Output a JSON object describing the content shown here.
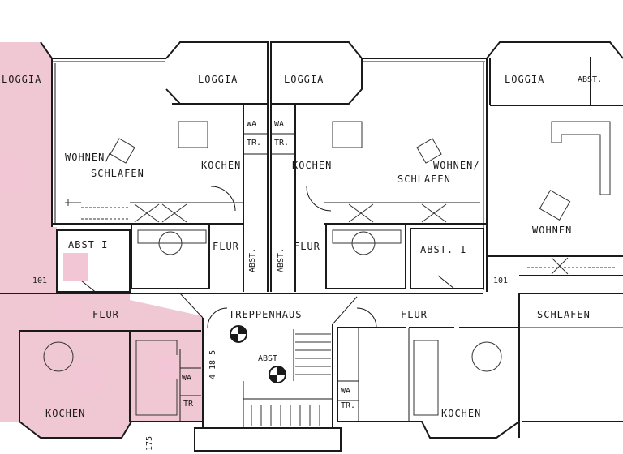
{
  "labels": {
    "loggia_left": "LOGGIA",
    "loggia_center_left": "LOGGIA",
    "loggia_center_right": "LOGGIA",
    "loggia_right": "LOGGIA",
    "abst_top_right": "ABST.",
    "wohnen_schlafen_left_1": "WOHNEN/",
    "wohnen_schlafen_left_2": "SCHLAFEN",
    "kochen_center_left": "KOCHEN",
    "kochen_center_right": "KOCHEN",
    "wohnen_schlafen_right_1": "WOHNEN/",
    "wohnen_schlafen_right_2": "SCHLAFEN",
    "wohnen_right": "WOHNEN",
    "wa_left": "WA",
    "tr_left": "TR.",
    "wa_right": "WA",
    "tr_right": "TR.",
    "flur_center_left": "FLUR",
    "flur_center_right": "FLUR",
    "abst_vert_left": "ABST.",
    "abst_vert_right": "ABST.",
    "abst_I_left": "ABST I",
    "abst_I_right": "ABST. I",
    "dim_101_left": "101",
    "dim_101_right": "101",
    "flur_left": "FLUR",
    "treppenhaus": "TREPPENHAUS",
    "flur_right": "FLUR",
    "schlafen_right": "SCHLAFEN",
    "abst_stair": "ABST",
    "dim_418": "4 18 5",
    "wa_bottom_left": "WA",
    "tr_bottom_left": "TR",
    "wa_bottom_right": "WA",
    "tr_bottom_right": "TR.",
    "kochen_bottom_left": "KOCHEN",
    "kochen_bottom_right": "KOCHEN",
    "dim_175": "175"
  },
  "colors": {
    "wall": "#1a1a1a",
    "highlight_unit": "#f0c8d4",
    "highlight_dark": "#f3bccd"
  }
}
